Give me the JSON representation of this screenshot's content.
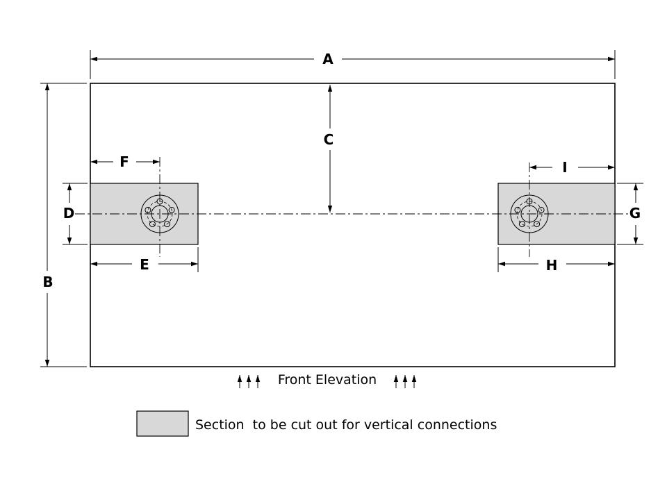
{
  "drawing": {
    "labels": {
      "A": "A",
      "B": "B",
      "C": "C",
      "D": "D",
      "E": "E",
      "F": "F",
      "G": "G",
      "H": "H",
      "I": "I"
    },
    "caption": "Front Elevation",
    "legend_text": "Section  to be cut out for vertical connections",
    "colors": {
      "cutout_fill": "#d8d8d8",
      "line": "#000000",
      "background": "#ffffff"
    }
  }
}
